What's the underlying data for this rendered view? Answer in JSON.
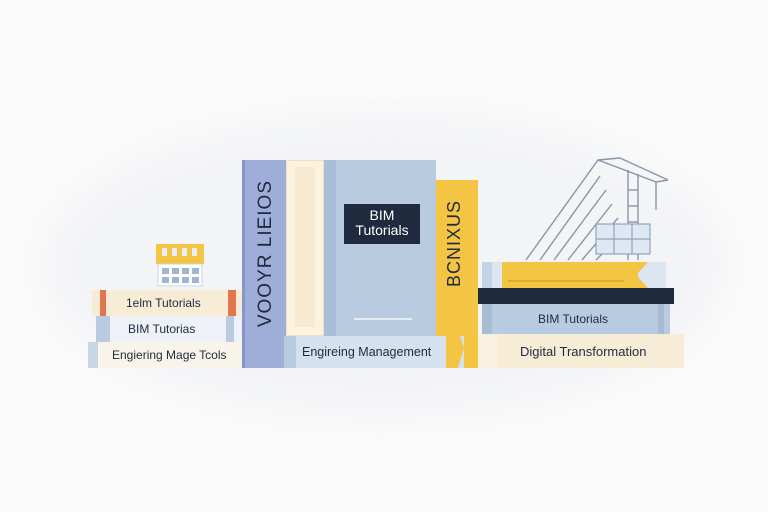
{
  "left_stack": {
    "book1_label": "1elm Tutorials",
    "book2_label": "BIM Tutorias",
    "book3_label": "Engiering Mage Tcols"
  },
  "center": {
    "blue_spine_label": "VOOYR LIEIOS",
    "cover_label": "BIM Tutorials",
    "yellow_spine_label": "BCNIXUS",
    "base_label": "Engireing Management"
  },
  "right_stack": {
    "book_label": "BIM Tutorials",
    "base_label": "Digital Transformation"
  },
  "colors": {
    "navy": "#1f2a3f",
    "periwinkle": "#9eaed8",
    "light_blue": "#b9cbe0",
    "yellow": "#f4c542",
    "cream": "#f7ecd6",
    "orange": "#e1754f"
  },
  "icons": [
    "building-icon",
    "construction-frame-icon"
  ]
}
